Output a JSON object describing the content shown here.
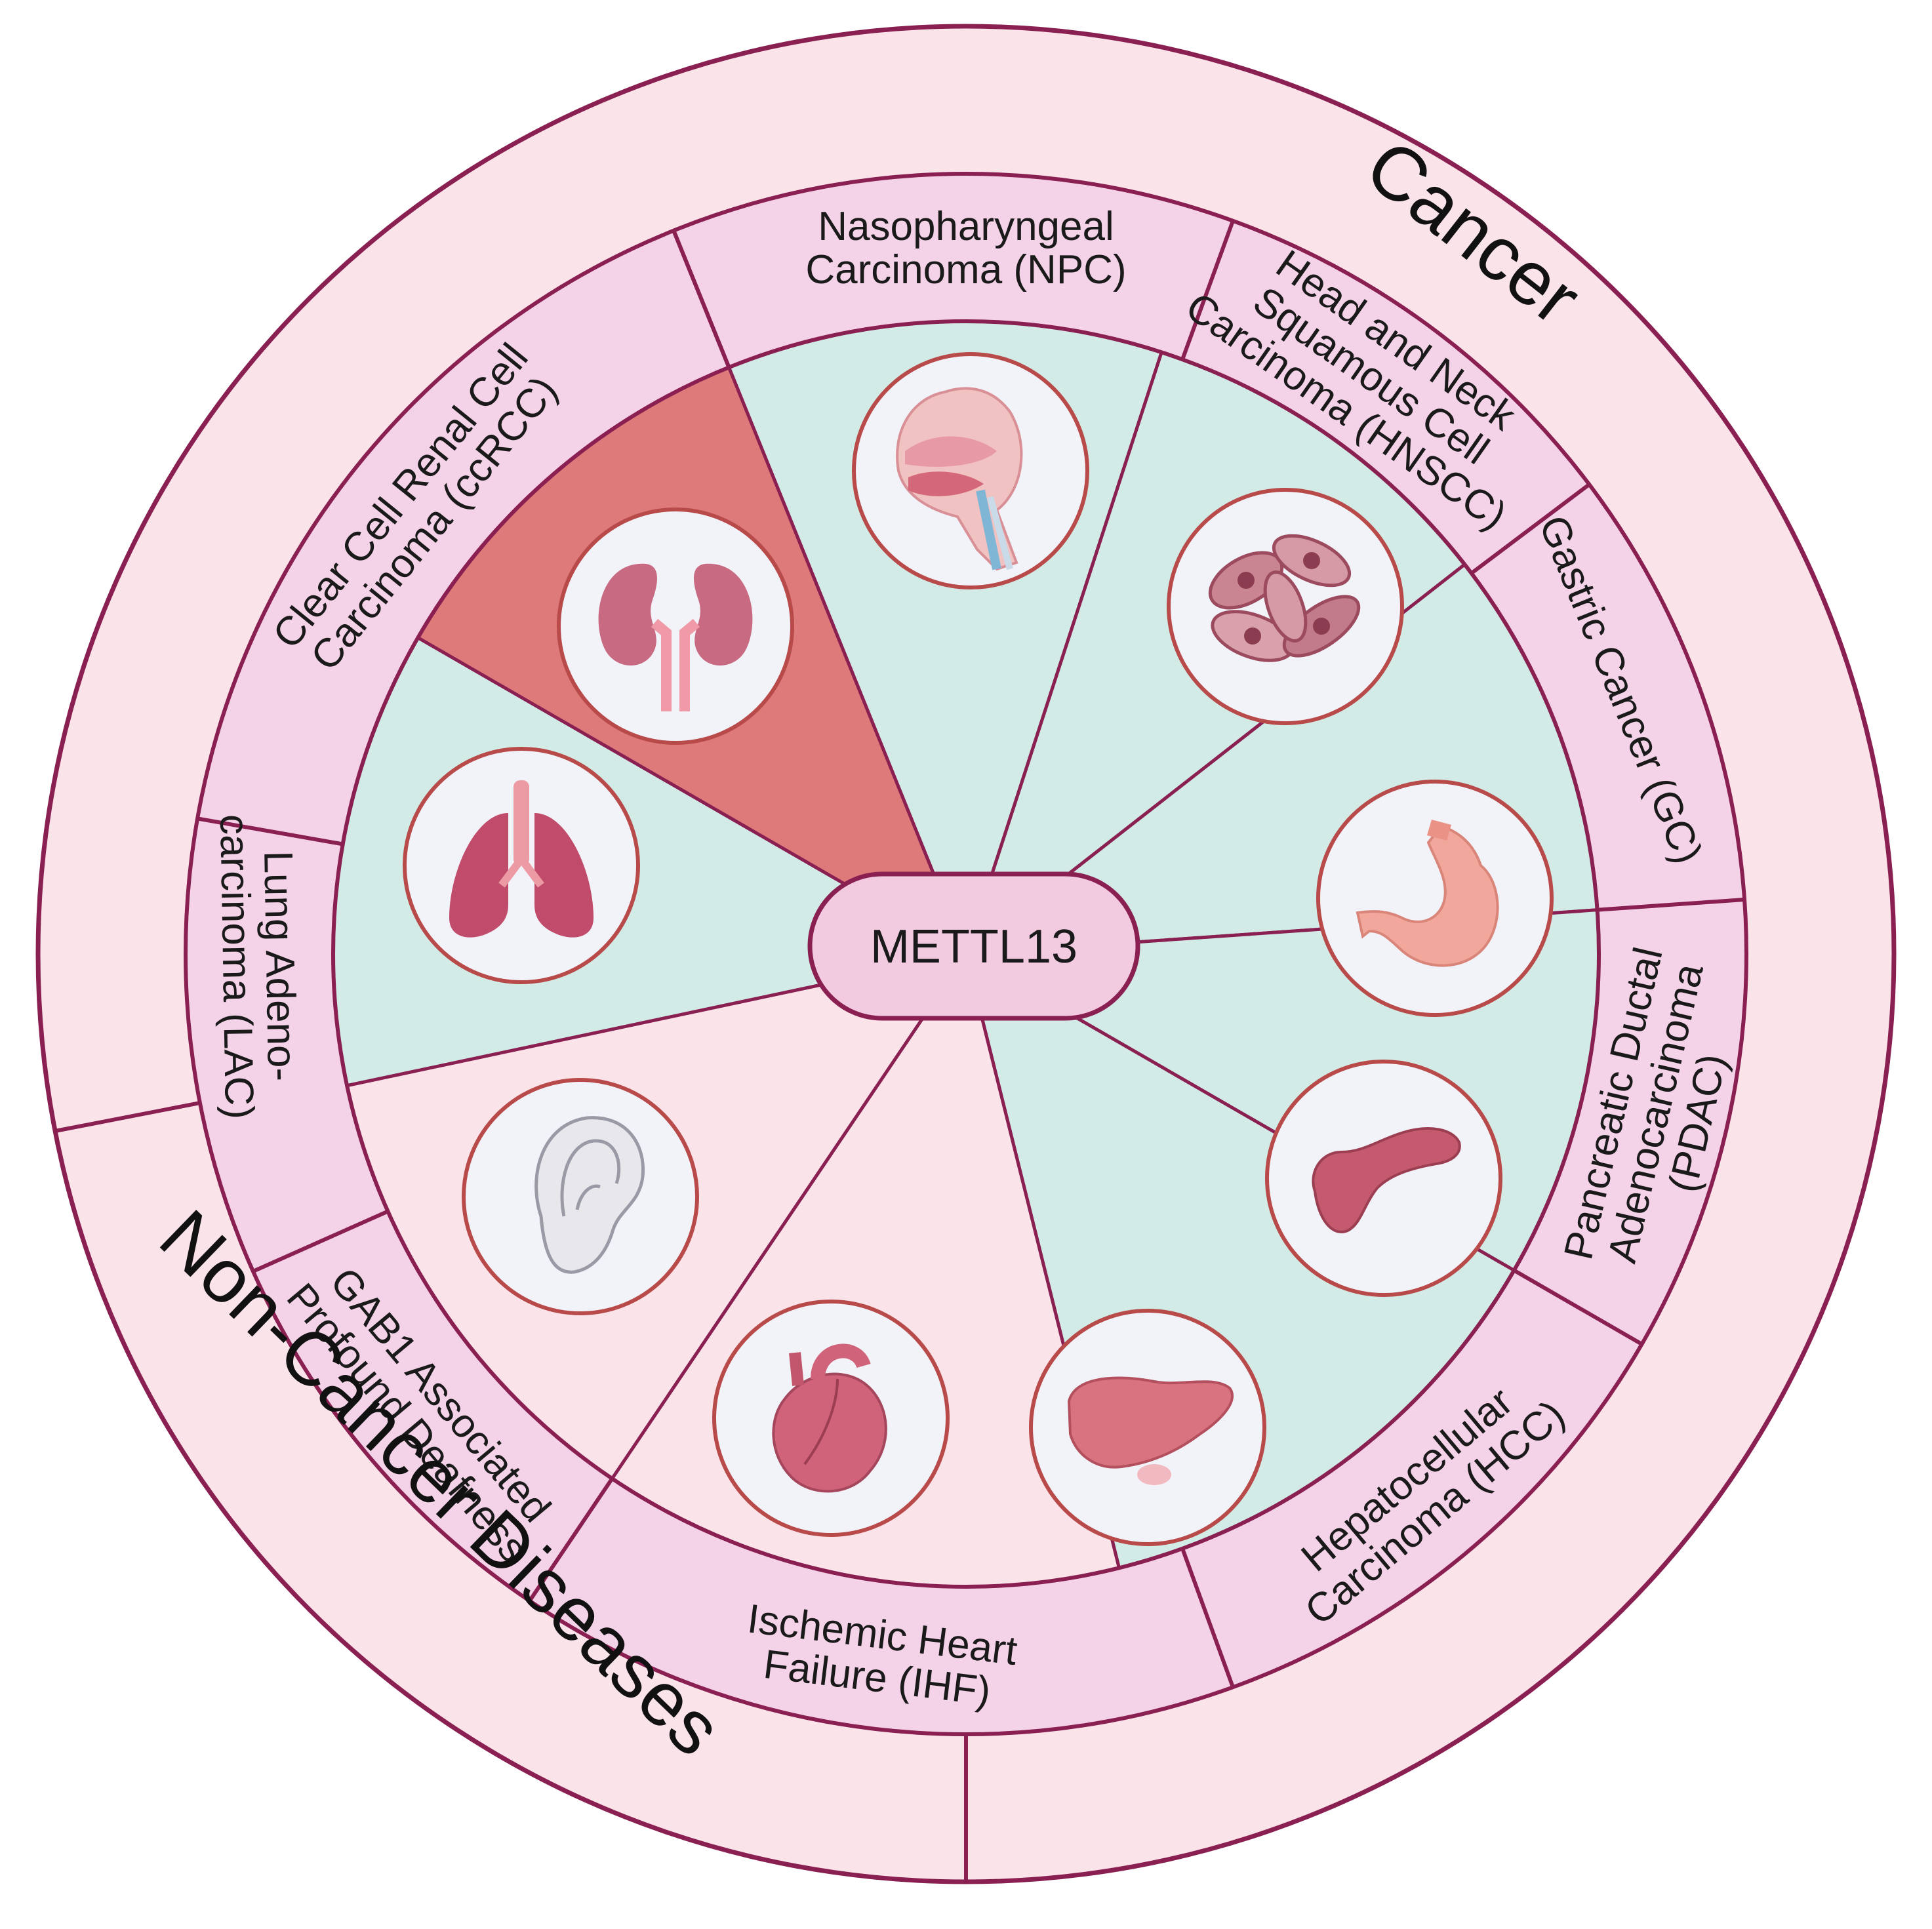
{
  "center": {
    "label": "METTL13"
  },
  "groups": [
    {
      "id": "cancer",
      "label": "Cancer"
    },
    {
      "id": "non-cancer",
      "label": "Non-Cancer Diseases"
    }
  ],
  "diseases": [
    {
      "id": "npc",
      "group": "cancer",
      "lines": [
        "Nasopharyngeal",
        "Carcinoma (NPC)"
      ],
      "icon": "nasopharynx-icon"
    },
    {
      "id": "hnscc",
      "group": "cancer",
      "lines": [
        "Head and Neck",
        "Squamous Cell",
        "Carcinoma (HNSCC)"
      ],
      "icon": "squamous-cells-icon"
    },
    {
      "id": "gc",
      "group": "cancer",
      "lines": [
        "Gastric Cancer (GC)"
      ],
      "icon": "stomach-icon"
    },
    {
      "id": "pdac",
      "group": "cancer",
      "lines": [
        "Pancreatic Ductal",
        "Adenocarcinoma",
        "(PDAC)"
      ],
      "icon": "pancreas-icon"
    },
    {
      "id": "hcc",
      "group": "cancer",
      "lines": [
        "Hepatocellular",
        "Carcinoma (HCC)"
      ],
      "icon": "liver-icon"
    },
    {
      "id": "ihf",
      "group": "non-cancer",
      "lines": [
        "Ischemic Heart",
        "Failure (IHF)"
      ],
      "icon": "heart-icon"
    },
    {
      "id": "gab1",
      "group": "non-cancer",
      "lines": [
        "GAB1 Associated",
        "Profound Deafness"
      ],
      "icon": "ear-icon"
    },
    {
      "id": "lac",
      "group": "cancer",
      "lines": [
        "Lung Adeno-",
        "carcinoma (LAC)"
      ],
      "icon": "lungs-icon"
    },
    {
      "id": "ccrcc",
      "group": "cancer",
      "lines": [
        "Clear Cell Renal Cell",
        "Carcinoma (ccRCC)"
      ],
      "icon": "kidneys-icon",
      "highlighted": true
    }
  ],
  "colors": {
    "outer_ring": "#fbe3ea",
    "stroke": "#8a2052",
    "label_ring": "#f4d3e8",
    "cancer_sector": "#d2ebe6",
    "noncancer_sector": "#fbe3ea",
    "highlight_sector": "#df7a7a",
    "icon_bg": "#f2f3f9",
    "icon_ring": "#b84a4a",
    "center_pill": "#f2cbe1"
  }
}
